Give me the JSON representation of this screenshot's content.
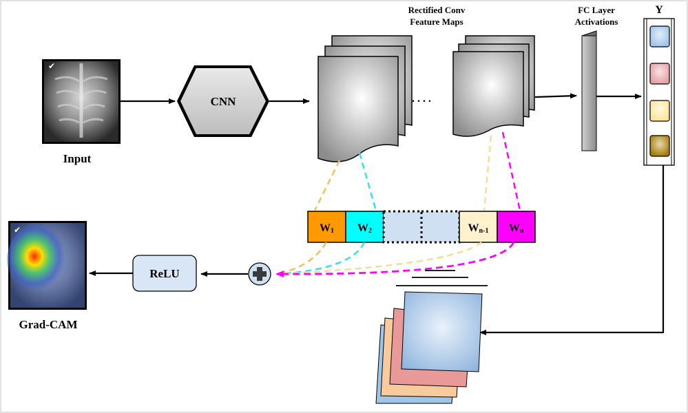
{
  "labels": {
    "input": "Input",
    "cnn": "CNN",
    "feature_maps_line1": "Rectified Conv",
    "feature_maps_line2": "Feature Maps",
    "fc_line1": "FC Layer",
    "fc_line2": "Activations",
    "output": "Y",
    "relu": "ReLU",
    "gradcam": "Grad-CAM",
    "dots": ". . . ."
  },
  "weights": [
    {
      "text": "W",
      "sub": "1",
      "color": "#ff9900"
    },
    {
      "text": "W",
      "sub": "2",
      "color": "#00ffff"
    },
    {
      "text": "",
      "sub": "",
      "color": "#cfe0f3"
    },
    {
      "text": "",
      "sub": "",
      "color": "#cfe0f3"
    },
    {
      "text": "W",
      "sub": "n-1",
      "color": "#fff2cc"
    },
    {
      "text": "W",
      "sub": "n",
      "color": "#ff00ff"
    }
  ],
  "output_classes": [
    {
      "name": "blue",
      "color": "#9fc5e8"
    },
    {
      "name": "red",
      "color": "#e6a0a6"
    },
    {
      "name": "yellow",
      "color": "#ffe599"
    },
    {
      "name": "gold",
      "color": "#a67c00"
    }
  ],
  "colors": {
    "frame": "#d9d9d9",
    "box_fill": "#d9e6f5",
    "dash_orange": "#f0c060",
    "dash_cyan": "#33e0f0",
    "dash_yellow": "#f5dd99",
    "dash_magenta": "#ff00ff"
  }
}
